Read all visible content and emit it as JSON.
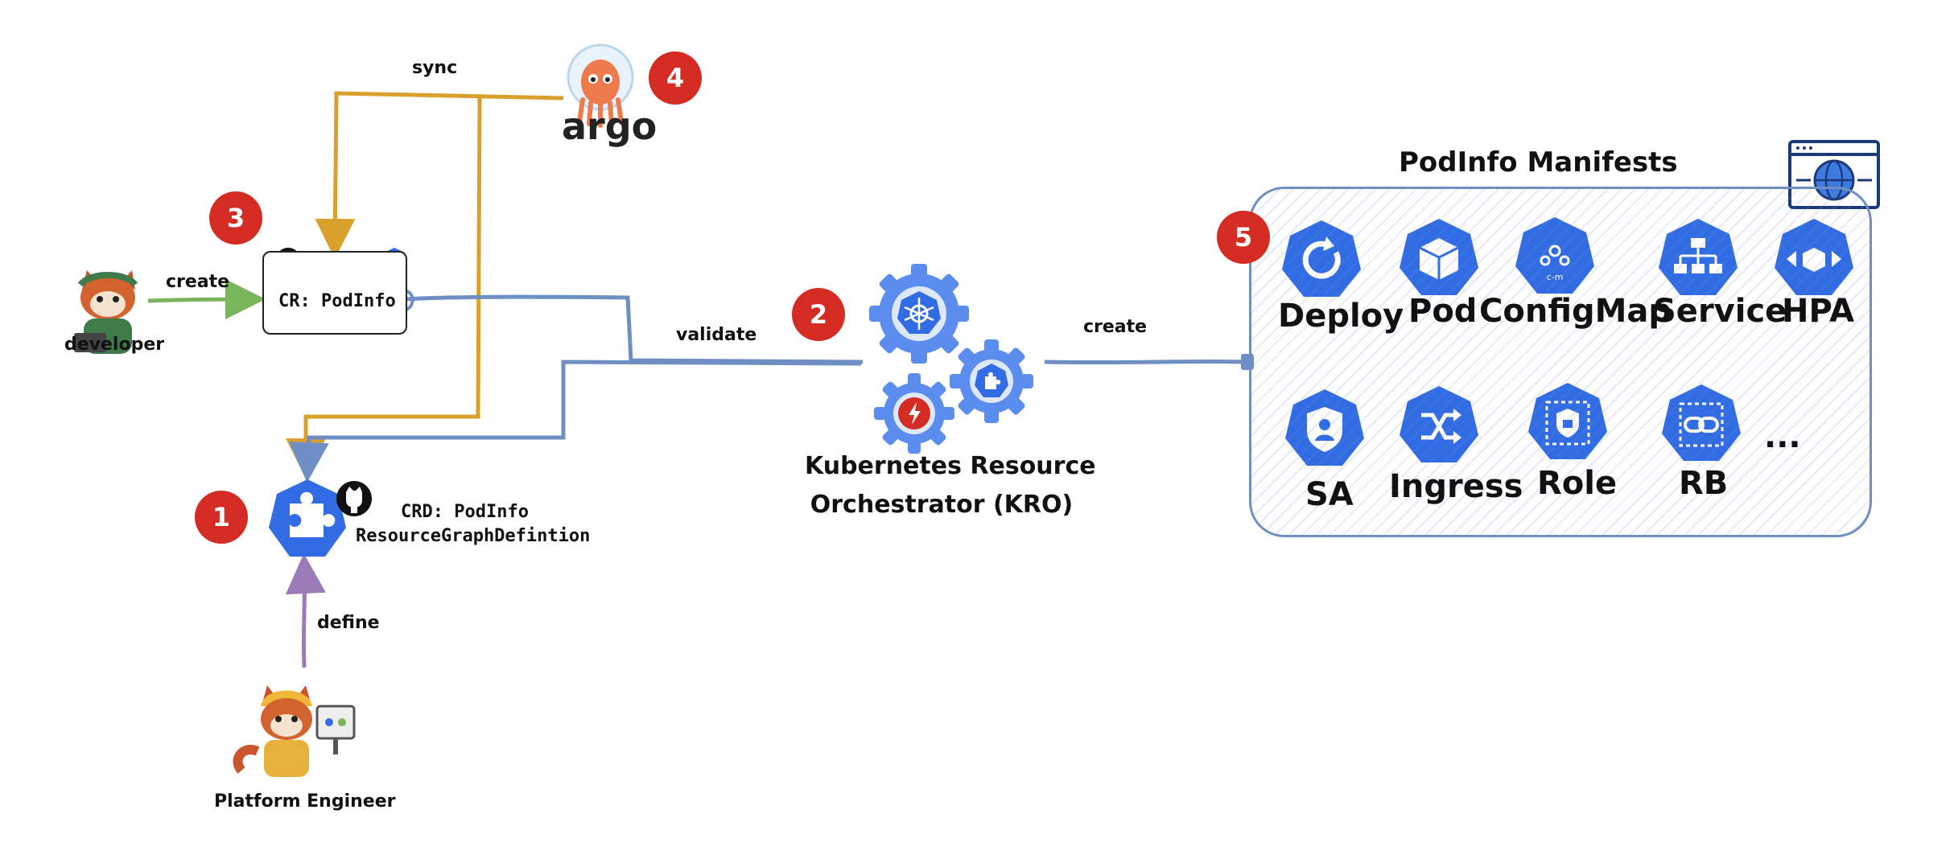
{
  "diagram": {
    "steps": [
      "1",
      "2",
      "3",
      "4",
      "5"
    ],
    "actors": {
      "developer": "developer",
      "platform_engineer": "Platform Engineer"
    },
    "edges": {
      "create_cr": "create",
      "sync": "sync",
      "validate": "validate",
      "create_manifests": "create",
      "define": "define"
    },
    "cr_box": {
      "label": "CR: PodInfo"
    },
    "crd": {
      "line1": "CRD: PodInfo",
      "line2": "ResourceGraphDefintion"
    },
    "argo": {
      "label": "argo"
    },
    "kro": {
      "line1": "Kubernetes Resource",
      "line2": "Orchestrator (KRO)"
    },
    "manifests": {
      "title": "PodInfo Manifests",
      "resources": [
        "Deploy",
        "Pod",
        "ConfigMap",
        "Service",
        "HPA",
        "SA",
        "Ingress",
        "Role",
        "RB"
      ],
      "ellipsis": "...",
      "configmap_icon_text": "c-m"
    },
    "colors": {
      "k8s_blue": "#326ce5",
      "gear_blue": "#5b8def",
      "badge_red": "#d42b22",
      "sync_gold": "#d9a02c",
      "flow_blue": "#6f8fc4",
      "create_green": "#7ab55c",
      "define_purple": "#9b7bb8",
      "argo_orange": "#ef7b4d"
    }
  }
}
